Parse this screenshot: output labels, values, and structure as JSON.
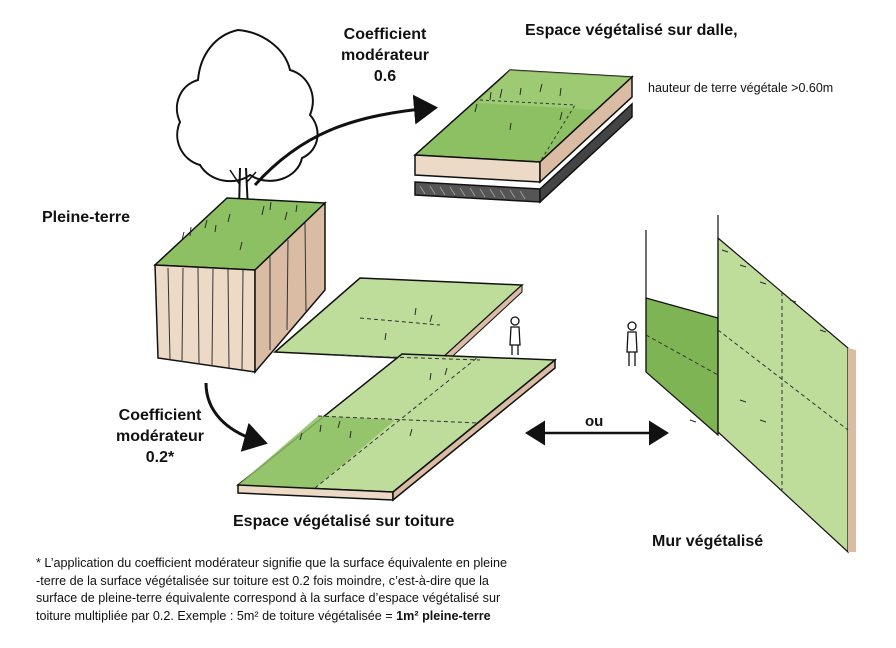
{
  "labels": {
    "pleine_terre": "Pleine-terre",
    "coef_top_line1": "Coefficient",
    "coef_top_line2": "modérateur",
    "coef_top_value": "0.6",
    "dalle_title": "Espace végétalisé sur dalle,",
    "dalle_subtitle": "hauteur  de terre végétale >0.60m",
    "coef_bottom_line1": "Coefficient",
    "coef_bottom_line2": "modérateur",
    "coef_bottom_value": "0.2*",
    "toiture_title": "Espace végétalisé sur toiture",
    "ou": "ou",
    "mur_title": "Mur végétalisé"
  },
  "footnote": {
    "line1": "* L’application du coefficient modérateur signifie que la surface équivalente en pleine",
    "line2": "-terre de la surface végétalisée sur toiture est 0.2 fois moindre, c’est-à-dire que la",
    "line3": "surface de pleine-terre équivalente correspond à la surface d’espace végétalisé sur",
    "line4_start": "toiture multipliée par 0.2. Exemple :  5m² de toiture végétalisée = ",
    "line4_bold": "1m² pleine-terre"
  },
  "colors": {
    "grass": "#8dc063",
    "grass_light": "#bedd9a",
    "grass_dark": "#79ad52",
    "soil": "#e8d3bf",
    "soil_dark": "#d4b59a",
    "ink": "#111111"
  }
}
